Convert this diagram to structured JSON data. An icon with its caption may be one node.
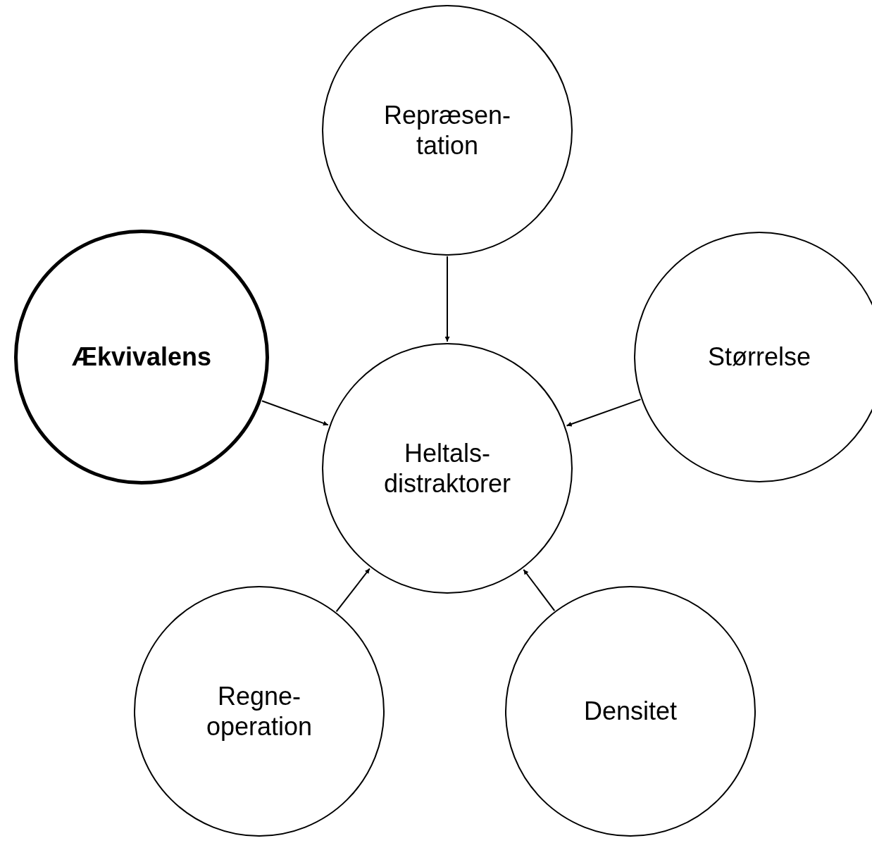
{
  "diagram": {
    "nodes": [
      {
        "text": [
          "Repræsen- tation"
        ]
      },
      {
        "text": [
          "Ækvivalens"
        ]
      },
      {
        "text": [
          "Heltals- distraktorer"
        ]
      },
      {
        "text": [
          "Størrelse"
        ]
      },
      {
        "text": [
          "Regne- operation"
        ]
      },
      {
        "text": [
          "Densitet"
        ]
      }
    ],
    "edges": [
      {
        "from": 0,
        "to": 2,
        "arrow": "to"
      },
      {
        "from": 1,
        "to": 2,
        "arrow": "to"
      },
      {
        "from": 3,
        "to": 2,
        "arrow": "to"
      },
      {
        "from": 4,
        "to": 2,
        "arrow": "to"
      },
      {
        "from": 5,
        "to": 2,
        "arrow": "to"
      }
    ]
  }
}
